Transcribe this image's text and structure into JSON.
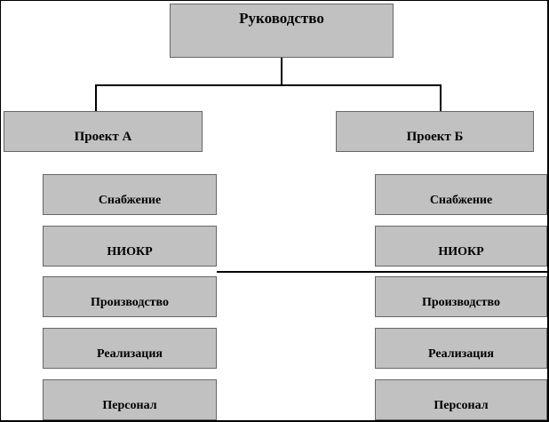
{
  "colors": {
    "background": "#ffffff",
    "frame": "#000000",
    "box_fill": "#c1c1c1",
    "box_border": "#666666",
    "line": "#000000",
    "text": "#000000"
  },
  "org_chart": {
    "type": "organizational-diagram",
    "root": {
      "label": "Руководство"
    },
    "projects": [
      {
        "label": "Проект А",
        "departments": [
          "Снабжение",
          "НИОКР",
          "Производство",
          "Реализация",
          "Персонал"
        ]
      },
      {
        "label": "Проект Б",
        "departments": [
          "Снабжение",
          "НИОКР",
          "Производство",
          "Реализация",
          "Персонал"
        ]
      }
    ]
  }
}
